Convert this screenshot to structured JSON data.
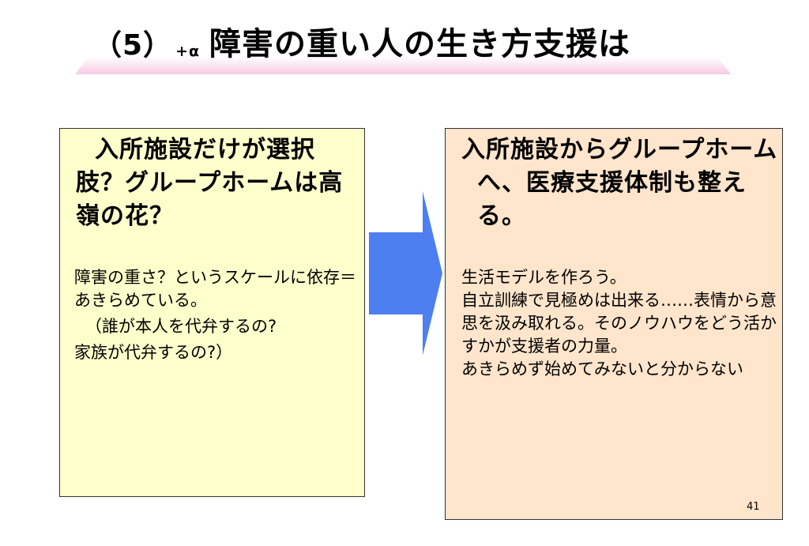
{
  "slide": {
    "title_prefix": "（5）",
    "title_alpha": "+α",
    "title_main": "障害の重い人の生き方支援は",
    "page_number": "41"
  },
  "left_box": {
    "heading": "入所施設だけが選択肢？グループホームは高嶺の花？",
    "paragraphs": [
      "障害の重さ？というスケールに依存＝あきらめている。",
      "（誰が本人を代弁するの?",
      "家族が代弁するの?）"
    ]
  },
  "right_box": {
    "heading": "入所施設からグループホームへ、医療支援体制も整える。",
    "lines": [
      "生活モデルを作ろう。",
      "自立訓練で見極めは出来る‥‥‥表情から意思を汲み取れる。そのノウハウをどう活かすかが支援者の力量。",
      "あきらめず始めてみないと分からない"
    ]
  },
  "colors": {
    "left_box_bg": "#ffffcc",
    "right_box_bg": "#ffe5cc",
    "arrow": "#4d7ff0",
    "title_underline": "#f7c9e3"
  }
}
